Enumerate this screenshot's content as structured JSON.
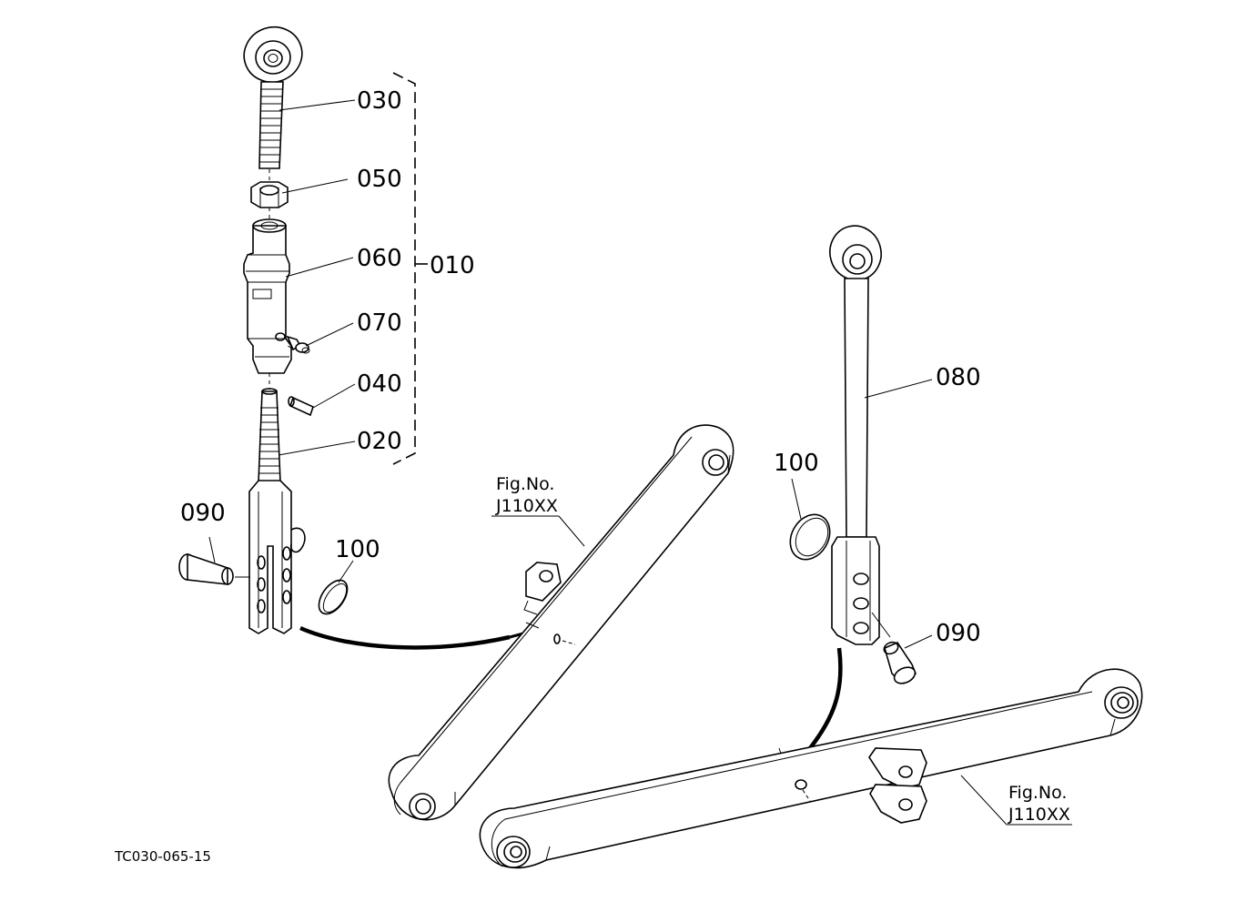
{
  "callouts": {
    "c030": "030",
    "c050": "050",
    "c060": "060",
    "c070": "070",
    "c040": "040",
    "c020": "020",
    "c010": "010",
    "c090_left": "090",
    "c100_left": "100",
    "c080": "080",
    "c100_right": "100",
    "c090_right": "090"
  },
  "references": {
    "left": {
      "line1": "Fig.No.",
      "line2": "J110XX"
    },
    "right": {
      "line1": "Fig.No.",
      "line2": "J110XX"
    }
  },
  "drawing_number": "TC030-065-15",
  "colors": {
    "ink": "#000000",
    "paper": "#ffffff"
  }
}
